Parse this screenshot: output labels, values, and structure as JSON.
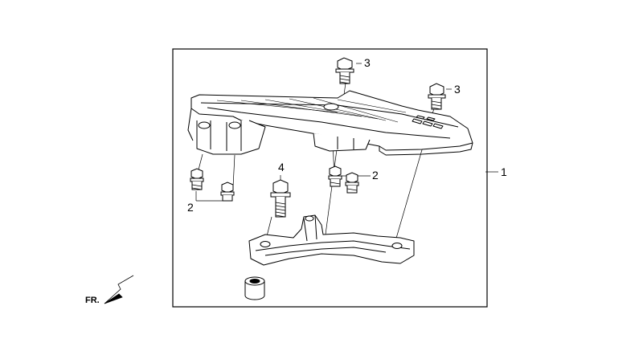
{
  "callouts": {
    "assembly": "1",
    "bolt_small": "2",
    "bolt_top_left": "3",
    "bolt_top_right": "3",
    "bolt_long": "4"
  },
  "direction_label": "FR."
}
